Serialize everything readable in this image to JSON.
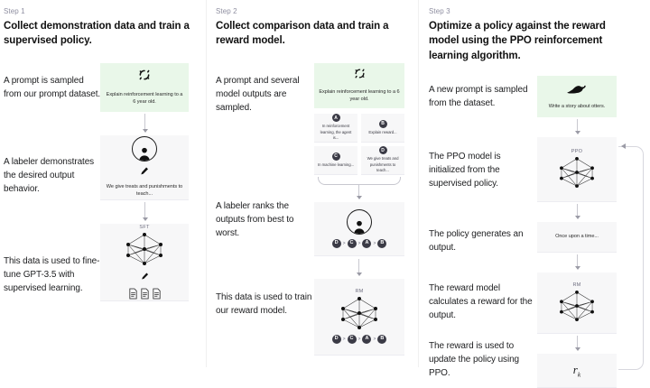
{
  "meta": {
    "title": "RLHF three-step training diagram",
    "accent_green": "#e9f7e9",
    "panel_gray": "#f7f7f8",
    "text_color": "#202123",
    "muted_color": "#8e8ea0"
  },
  "columns": [
    {
      "step_label": "Step 1",
      "title": "Collect demonstration data and train a supervised policy.",
      "captions": [
        "A prompt is sampled from our prompt dataset.",
        "A labeler demonstrates the desired output behavior.",
        "This data is used to fine-tune GPT-3.5 with supervised learning."
      ],
      "nodes": [
        {
          "icon": "refresh-circle-icon",
          "text": "Explain reinforcement learning to a 6 year old.",
          "style": "green"
        },
        {
          "icon": "labeler-person-icon",
          "text": "We give treats and punishments to teach...",
          "style": "gray"
        },
        {
          "icon": "neural-network-icon",
          "label": "SFT",
          "text": "",
          "style": "gray"
        }
      ]
    },
    {
      "step_label": "Step 2",
      "title": "Collect comparison data and train a reward model.",
      "captions": [
        "A prompt and several model outputs are sampled.",
        "A labeler ranks the outputs from best to worst.",
        "This data is used to train our reward model."
      ],
      "nodes": [
        {
          "icon": "refresh-circle-icon",
          "text": "Explain reinforcement learning to a 6 year old.",
          "style": "green"
        },
        {
          "icon": "labeler-person-icon",
          "text": "",
          "style": "gray"
        },
        {
          "icon": "neural-network-icon",
          "label": "RM",
          "text": "",
          "style": "gray"
        }
      ],
      "options": [
        {
          "chip": "A",
          "text": "In reinforcement learning, the agent is..."
        },
        {
          "chip": "B",
          "text": "Explain reward..."
        },
        {
          "chip": "C",
          "text": "In machine learning..."
        },
        {
          "chip": "D",
          "text": "We give treats and punishments to teach..."
        }
      ],
      "ranking": [
        "D",
        "C",
        "A",
        "B"
      ],
      "ranking_separator": ">"
    },
    {
      "step_label": "Step 3",
      "title": "Optimize a policy against the reward model using the PPO reinforcement learning algorithm.",
      "captions": [
        "A new prompt is sampled from the dataset.",
        "The PPO model is initialized from the supervised policy.",
        "The policy generates an output.",
        "The reward model calculates a reward for the output.",
        "The reward is used to update the policy using PPO."
      ],
      "nodes": [
        {
          "icon": "otter-icon",
          "text": "Write a story about otters.",
          "style": "green"
        },
        {
          "icon": "neural-network-icon",
          "label": "PPO",
          "text": "",
          "style": "gray"
        },
        {
          "icon": "text-output-icon",
          "text": "Once upon a time...",
          "style": "gray"
        },
        {
          "icon": "neural-network-icon",
          "label": "RM",
          "text": "",
          "style": "gray"
        },
        {
          "icon": "reward-formula-icon",
          "formula": "r",
          "formula_sub": "k",
          "style": "gray"
        }
      ]
    }
  ]
}
